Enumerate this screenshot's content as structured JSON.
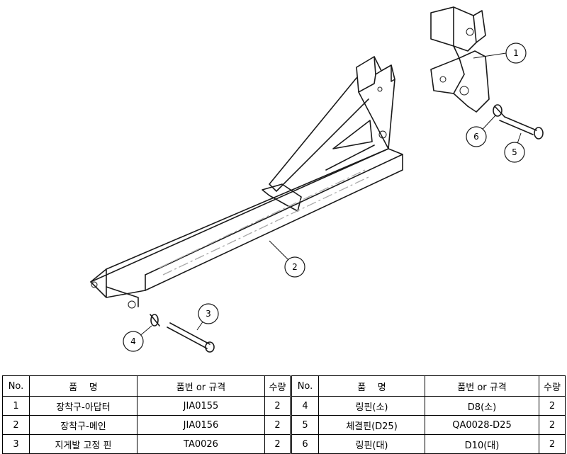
{
  "callouts": [
    "1",
    "2",
    "3",
    "4",
    "5",
    "6"
  ],
  "table": {
    "headers": {
      "no": "No.",
      "name": "품    명",
      "spec": "품번 or 규격",
      "qty": "수량"
    },
    "rows": [
      {
        "left": {
          "no": "1",
          "name": "장착구-아답터",
          "spec": "JIA0155",
          "qty": "2"
        },
        "right": {
          "no": "4",
          "name": "링핀(소)",
          "spec": "D8(소)",
          "qty": "2"
        }
      },
      {
        "left": {
          "no": "2",
          "name": "장착구-메인",
          "spec": "JIA0156",
          "qty": "2"
        },
        "right": {
          "no": "5",
          "name": "체결핀(D25)",
          "spec": "QA0028-D25",
          "qty": "2"
        }
      },
      {
        "left": {
          "no": "3",
          "name": "지게발 고정 핀",
          "spec": "TA0026",
          "qty": "2"
        },
        "right": {
          "no": "6",
          "name": "링핀(대)",
          "spec": "D10(대)",
          "qty": "2"
        }
      }
    ]
  }
}
